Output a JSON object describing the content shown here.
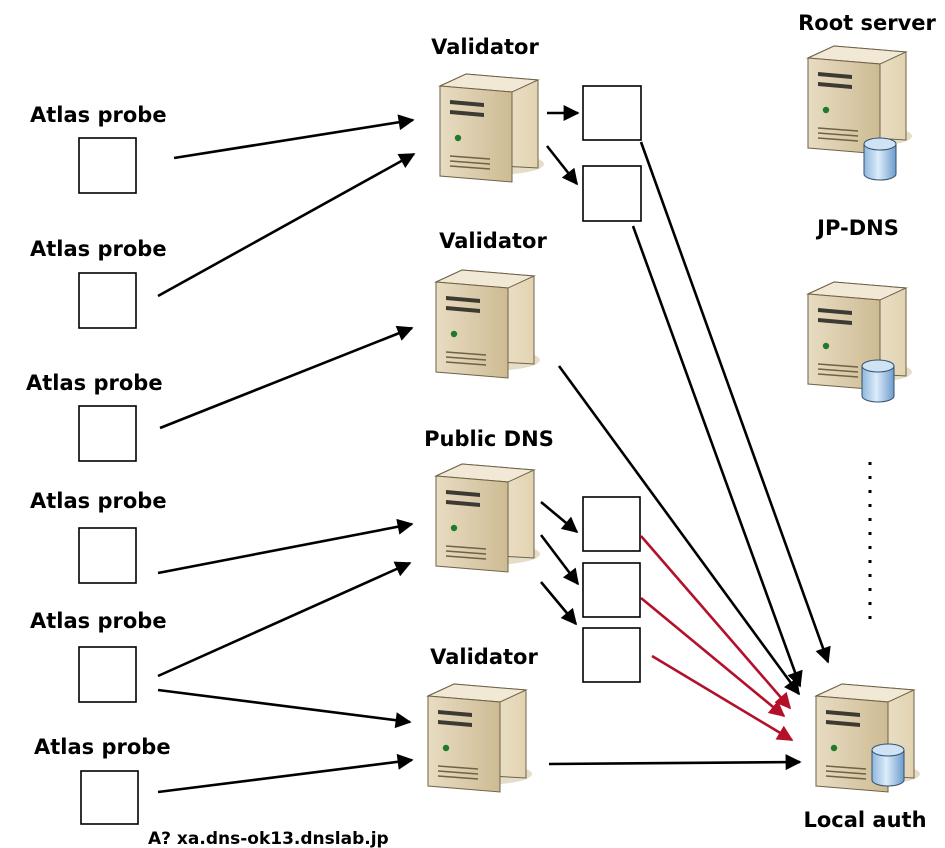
{
  "labels": {
    "probe": "Atlas probe",
    "validator": "Validator",
    "public_dns": "Public DNS",
    "root_server": "Root server",
    "jp_dns": "JP-DNS",
    "local_auth": "Local auth",
    "query": "A? xa.dns-ok13.dnslab.jp"
  },
  "colors": {
    "arrow_default": "#000000",
    "arrow_highlight": "#b3102a"
  },
  "icons": {
    "server": "server-tower-icon",
    "database": "database-cylinder-icon"
  }
}
